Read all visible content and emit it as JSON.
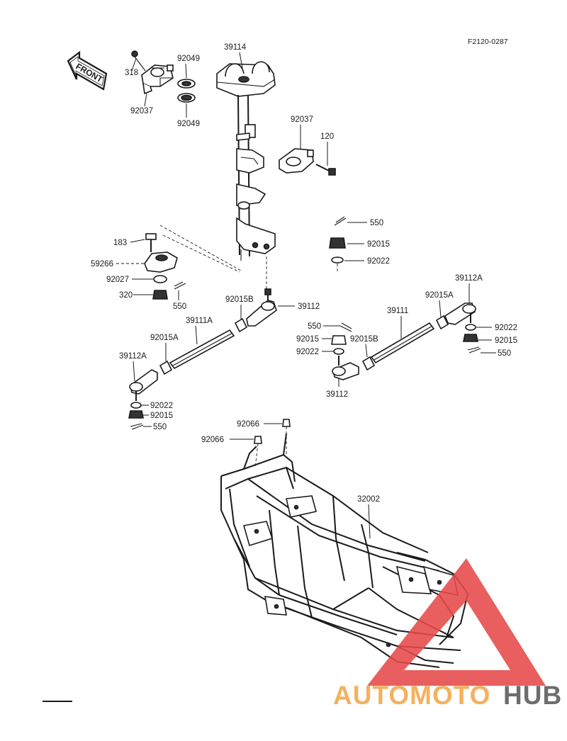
{
  "diagram": {
    "ref_code": "F2120-0287",
    "front_label": "FRONT"
  },
  "parts": {
    "p318": "318",
    "p92049_top": "92049",
    "p92037_left": "92037",
    "p92049_bottom": "92049",
    "p39114": "39114",
    "p92037_right": "92037",
    "p120": "120",
    "p550_a": "550",
    "p92015_a": "92015",
    "p92022_a": "92022",
    "p183": "183",
    "p59266": "59266",
    "p92027": "92027",
    "p320": "320",
    "p550_b": "550",
    "p92015B_a": "92015B",
    "p39112_a": "39112",
    "p39111A": "39111A",
    "p92015A_a": "92015A",
    "p39112A_a": "39112A",
    "p92022_b": "92022",
    "p92015_b": "92015",
    "p550_c": "550",
    "p39112A_b": "39112A",
    "p92015A_b": "92015A",
    "p39111": "39111",
    "p550_d": "550",
    "p92015_c": "92015",
    "p92015B_b": "92015B",
    "p92022_c": "92022",
    "p39112_b": "39112",
    "p92022_d": "92022",
    "p92015_d": "92015",
    "p550_e": "550",
    "p92066_a": "92066",
    "p92066_b": "92066",
    "p32002": "32002"
  },
  "watermark": {
    "word_a": "AUTOMOTO",
    "word_b": "HUB",
    "colors": {
      "triangle": "#e64a4a",
      "auto": "#f4a64a",
      "hub": "#5a5a5a"
    }
  }
}
